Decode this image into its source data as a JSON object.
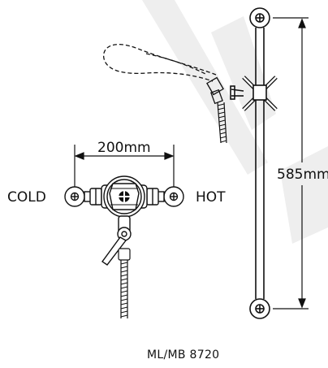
{
  "diagram": {
    "labels": {
      "cold": "COLD",
      "hot": "HOT",
      "width_dimension": "200mm",
      "height_dimension": "585mm",
      "model": "ML/MB 8720"
    },
    "watermark_color": "#eeeeee",
    "line_color": "#111111"
  }
}
